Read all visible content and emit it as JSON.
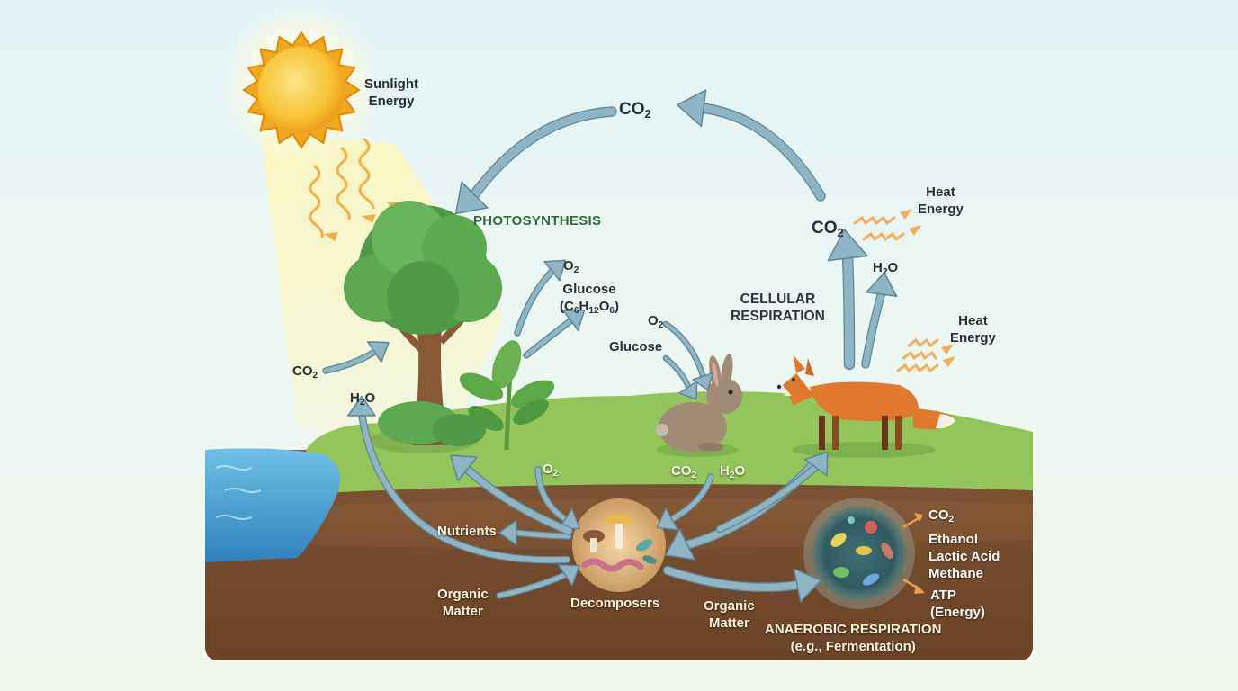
{
  "labels": {
    "sunlight_line1": "Sunlight",
    "sunlight_line2": "Energy",
    "photosynthesis": "PHOTOSYNTHESIS",
    "cellular_line1": "CELLULAR",
    "cellular_line2": "RESPIRATION",
    "heat_top_line1": "Heat",
    "heat_top_line2": "Energy",
    "heat_mid_line1": "Heat",
    "heat_mid_line2": "Energy",
    "glucose_product": "Glucose",
    "glucose_formula_open": "(C",
    "glucose_formula_c": "6",
    "glucose_formula_h": "H",
    "glucose_formula_h_sub": "12",
    "glucose_formula_o": "O",
    "glucose_formula_o_sub": "6",
    "glucose_formula_close": ")",
    "glucose_rabbit": "Glucose",
    "nutrients": "Nutrients",
    "organic_left_line1": "Organic",
    "organic_left_line2": "Matter",
    "organic_right_line1": "Organic",
    "organic_right_line2": "Matter",
    "decomposers": "Decomposers",
    "anaerobic_line1": "ANAEROBIC RESPIRATION",
    "anaerobic_line2": "(e.g., Fermentation)",
    "ethanol": "Ethanol",
    "lactic_acid": "Lactic Acid",
    "methane": "Methane",
    "atp": "ATP",
    "atp_energy": "(Energy)"
  },
  "chem": {
    "co2_base": "CO",
    "co2_sub": "2",
    "o2_base": "O",
    "o2_sub": "2",
    "h2o_h": "H",
    "h2o_sub": "2",
    "h2o_o": "O"
  },
  "colors": {
    "arrow_blue": "#8fb4c4",
    "arrow_outline": "#5f8797",
    "heat_arrow": "#f0b060",
    "sun": "#f7c232",
    "grass": "#8cc152",
    "soil": "#7a5232",
    "water": "#3f9ed1",
    "photosynthesis_text": "#2f6b3a"
  }
}
